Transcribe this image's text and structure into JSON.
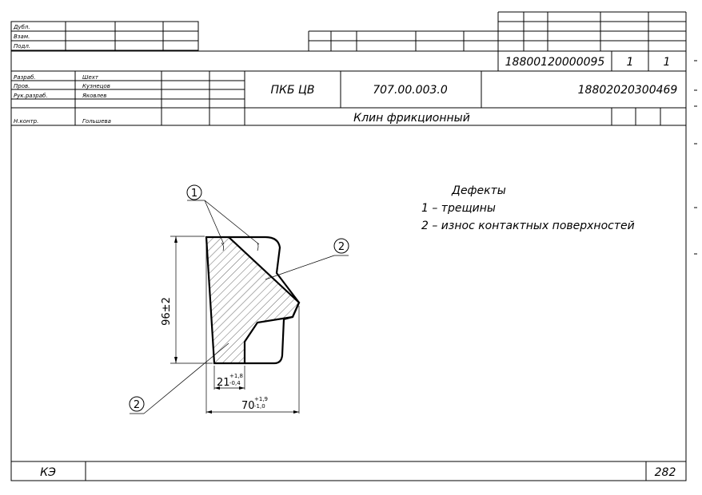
{
  "top_block": {
    "left_labels": [
      "Дубл.",
      "Взам.",
      "Подл."
    ],
    "doc_code": "18800120000095",
    "sheet": "1",
    "sheets": "1"
  },
  "title_block": {
    "roles": [
      {
        "role": "Разраб.",
        "name": "Шехт"
      },
      {
        "role": "Пров.",
        "name": "Кузнецов"
      },
      {
        "role": "Рук.разраб.",
        "name": "Яковлев"
      },
      {
        "role": "",
        "name": ""
      },
      {
        "role": "Н.контр.",
        "name": "Гольшева"
      }
    ],
    "org": "ПКБ ЦВ",
    "designation": "707.00.003.0",
    "code2": "18802020300469",
    "part_name": "Клин фрикционный"
  },
  "drawing": {
    "callouts": [
      "1",
      "2",
      "2"
    ],
    "dim_height": "96±2",
    "dim_21": {
      "base": "21",
      "upper": "+1,8",
      "lower": "-0,4"
    },
    "dim_70": {
      "base": "70",
      "upper": "+1,9",
      "lower": "-1,0"
    }
  },
  "defects": {
    "title": "Дефекты",
    "items": [
      "1  – трещины",
      "2  – износ контактных поверхностей"
    ]
  },
  "bottom": {
    "left": "КЭ",
    "page": "282"
  }
}
